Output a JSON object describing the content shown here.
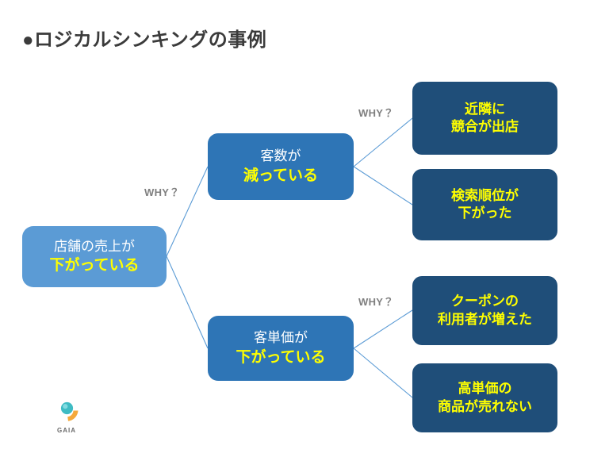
{
  "slide": {
    "title": "●ロジカルシンキングの事例",
    "background_color": "#ffffff",
    "title_color": "#3b3b3b"
  },
  "colors": {
    "root_box": "#5b9bd5",
    "mid_box": "#2e75b6",
    "leaf_box": "#1f4e79",
    "highlight_text": "#ffff00",
    "normal_text": "#ffffff",
    "connector": "#5b9bd5",
    "why_label": "#7f7f7f"
  },
  "tree": {
    "root": {
      "line1": "店舗の売上が",
      "line2": "下がっている"
    },
    "branches": [
      {
        "why_label": "WHY？",
        "cause": {
          "line1": "客数が",
          "line2": "減っている"
        },
        "why_label_2": "WHY？",
        "reasons": [
          {
            "line1": "近隣に",
            "line2": "競合が出店"
          },
          {
            "line1": "検索順位が",
            "line2": "下がった"
          }
        ]
      },
      {
        "why_label": "",
        "cause": {
          "line1": "客単価が",
          "line2": "下がっている"
        },
        "why_label_2": "WHY？",
        "reasons": [
          {
            "line1": "クーポンの",
            "line2": "利用者が増えた"
          },
          {
            "line1": "高単価の",
            "line2": "商品が売れない"
          }
        ]
      }
    ]
  },
  "why_labels": {
    "level1": "WHY？",
    "level2_top": "WHY？",
    "level2_bottom": "WHY？"
  },
  "logo": {
    "name": "gaia-logo",
    "caption": "GAIA",
    "colors": {
      "crescent": "#9b5fa8",
      "sphere": "#3fbcc4",
      "arc": "#f5a93b"
    }
  }
}
